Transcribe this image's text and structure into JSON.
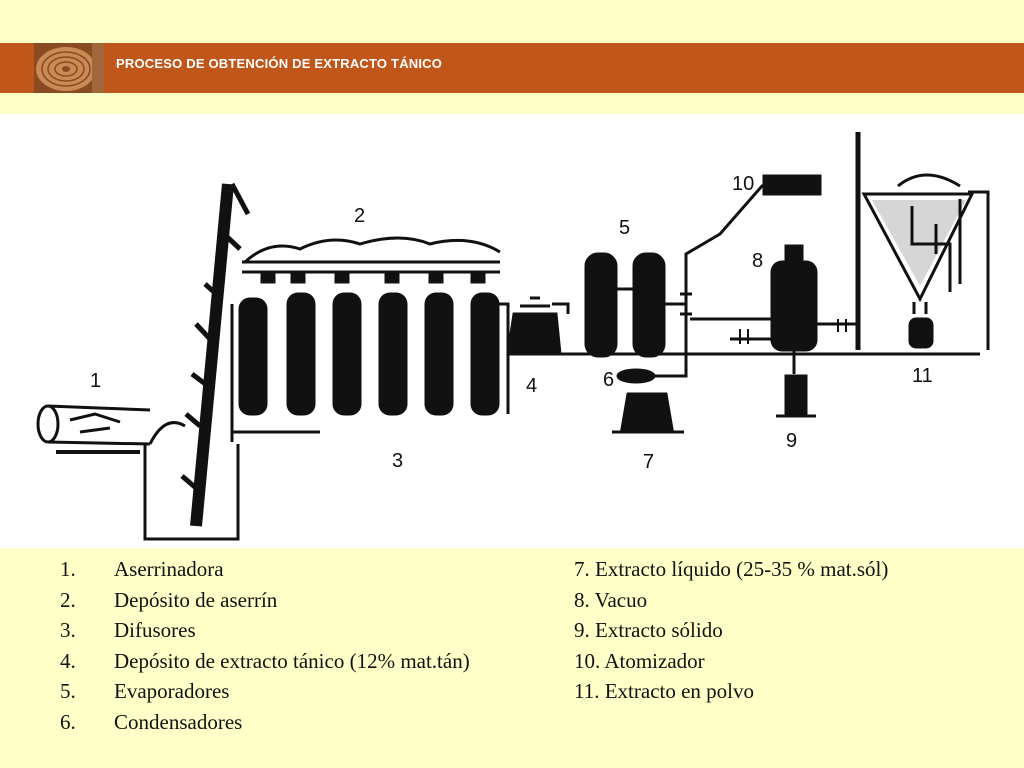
{
  "header": {
    "title": "PROCESO DE OBTENCIÓN DE EXTRACTO TÁNICO",
    "bar_color": "#c0561a",
    "logo_icon": "wood-log-cross-section-icon"
  },
  "diagram": {
    "labels": [
      "1",
      "2",
      "3",
      "4",
      "5",
      "6",
      "7",
      "8",
      "9",
      "10",
      "11"
    ]
  },
  "legend": {
    "left": [
      {
        "num": "1.",
        "text": "Aserrinadora"
      },
      {
        "num": "2.",
        "text": "Depósito de aserrín"
      },
      {
        "num": "3.",
        "text": "Difusores"
      },
      {
        "num": "4.",
        "text": "Depósito de extracto tánico (12% mat.tán)"
      },
      {
        "num": "5.",
        "text": "Evaporadores"
      },
      {
        "num": "6.",
        "text": "Condensadores"
      }
    ],
    "right": [
      "7. Extracto líquido  (25-35 % mat.sól)",
      "8. Vacuo",
      "9. Extracto sólido",
      "10. Atomizador",
      "11. Extracto en polvo"
    ]
  }
}
